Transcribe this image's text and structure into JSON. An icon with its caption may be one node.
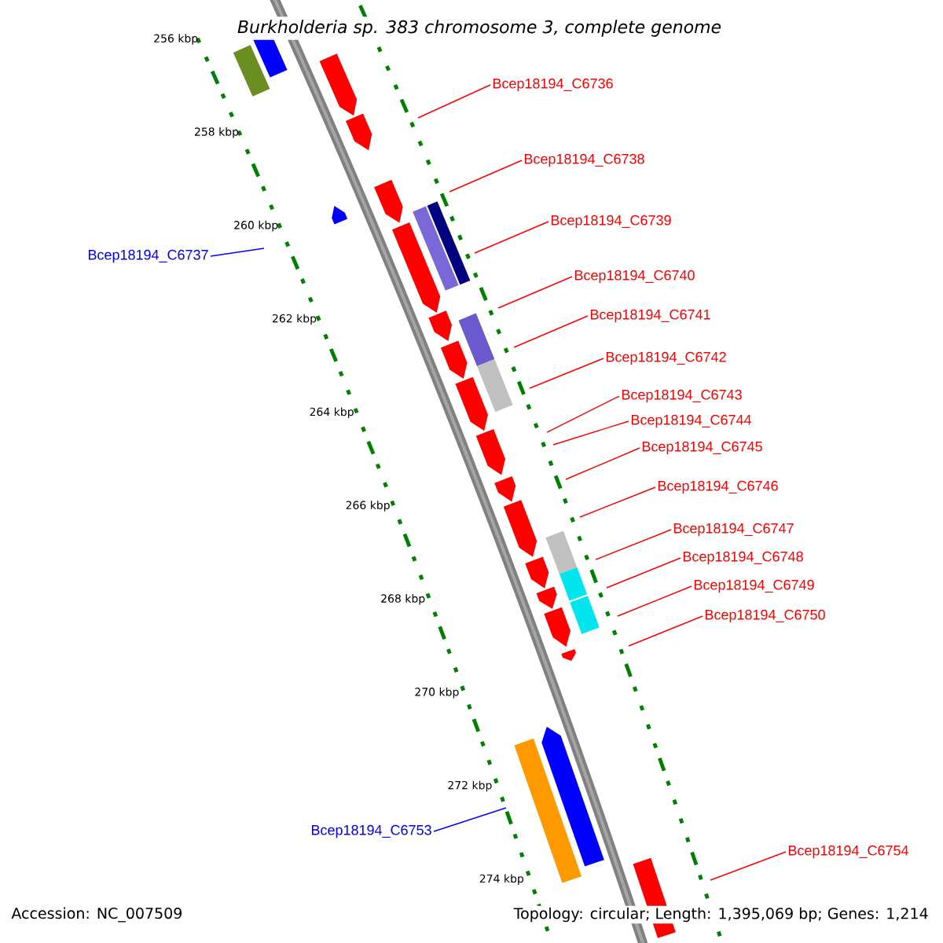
{
  "diagram": {
    "title": "Burkholderia sp. 383 chromosome 3, complete genome",
    "nodes": [
      {
        "text": [
          "Bcep18194_C6736"
        ]
      },
      {
        "text": [
          "Bcep18194_C6738"
        ]
      },
      {
        "text": [
          "Bcep18194_C6739"
        ]
      },
      {
        "text": [
          "Bcep18194_C6737"
        ]
      },
      {
        "text": [
          "Bcep18194_C6740"
        ]
      },
      {
        "text": [
          "Bcep18194_C6741"
        ]
      },
      {
        "text": [
          "Bcep18194_C6742"
        ]
      },
      {
        "text": [
          "Bcep18194_C6743"
        ]
      },
      {
        "text": [
          "Bcep18194_C6744"
        ]
      },
      {
        "text": [
          "Bcep18194_C6745"
        ]
      },
      {
        "text": [
          "Bcep18194_C6746"
        ]
      },
      {
        "text": [
          "Bcep18194_C6747"
        ]
      },
      {
        "text": [
          "Bcep18194_C6748"
        ]
      },
      {
        "text": [
          "Bcep18194_C6749"
        ]
      },
      {
        "text": [
          "Bcep18194_C6750"
        ]
      },
      {
        "text": [
          "Bcep18194_C6753"
        ]
      },
      {
        "text": [
          "Bcep18194_C6754"
        ]
      }
    ],
    "edges": [
      {
        "from": 0,
        "to": null,
        "arrow": "none"
      },
      {
        "from": 1,
        "to": null,
        "arrow": "none"
      },
      {
        "from": 2,
        "to": null,
        "arrow": "none"
      },
      {
        "from": 3,
        "to": null,
        "arrow": "none",
        "color": "#0000ff"
      },
      {
        "from": 4,
        "to": null,
        "arrow": "none"
      },
      {
        "from": 5,
        "to": null,
        "arrow": "none"
      },
      {
        "from": 6,
        "to": null,
        "arrow": "none"
      },
      {
        "from": 7,
        "to": null,
        "arrow": "none"
      },
      {
        "from": 8,
        "to": null,
        "arrow": "none"
      },
      {
        "from": 9,
        "to": null,
        "arrow": "none"
      },
      {
        "from": 10,
        "to": null,
        "arrow": "none"
      },
      {
        "from": 11,
        "to": null,
        "arrow": "none"
      },
      {
        "from": 12,
        "to": null,
        "arrow": "none"
      },
      {
        "from": 13,
        "to": null,
        "arrow": "none"
      },
      {
        "from": 14,
        "to": null,
        "arrow": "none"
      },
      {
        "from": 15,
        "to": null,
        "arrow": "none",
        "color": "#0000ff"
      },
      {
        "from": 16,
        "to": null,
        "arrow": "none"
      }
    ],
    "labels": [
      "256 kbp",
      "258 kbp",
      "260 kbp",
      "262 kbp",
      "264 kbp",
      "266 kbp",
      "268 kbp",
      "270 kbp",
      "272 kbp",
      "274 kbp",
      "Accession: NC_007509",
      "Topology: circular; Length: 1,395,069 bp; Genes: 1,214"
    ]
  }
}
